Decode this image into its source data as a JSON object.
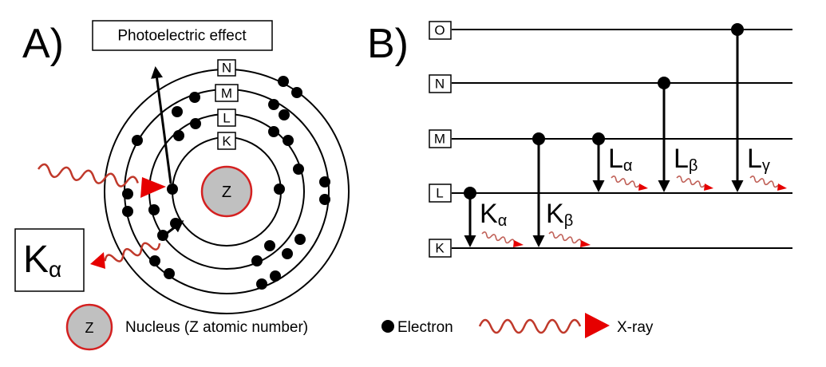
{
  "panel_a": {
    "label": "A)",
    "nucleus_label": "Z",
    "shells": [
      "N",
      "M",
      "L",
      "K"
    ],
    "photoelectric_label": "Photoelectric effect",
    "emission_main": "K",
    "emission_sub": "α"
  },
  "panel_b": {
    "label": "B)",
    "levels": [
      "O",
      "N",
      "M",
      "L",
      "K"
    ],
    "transitions": [
      {
        "main": "K",
        "sub": "α"
      },
      {
        "main": "K",
        "sub": "β"
      },
      {
        "main": "L",
        "sub": "α"
      },
      {
        "main": "L",
        "sub": "β"
      },
      {
        "main": "L",
        "sub": "γ"
      }
    ]
  },
  "legend": {
    "nucleus_symbol": "Z",
    "nucleus": "Nucleus (Z atomic number)",
    "electron": "Electron",
    "xray": "X-ray"
  },
  "colors": {
    "nucleus_fill": "#c0c0c0",
    "nucleus_stroke": "#d42020",
    "wave": "#c0392b",
    "arrowhead": "#e60000"
  }
}
